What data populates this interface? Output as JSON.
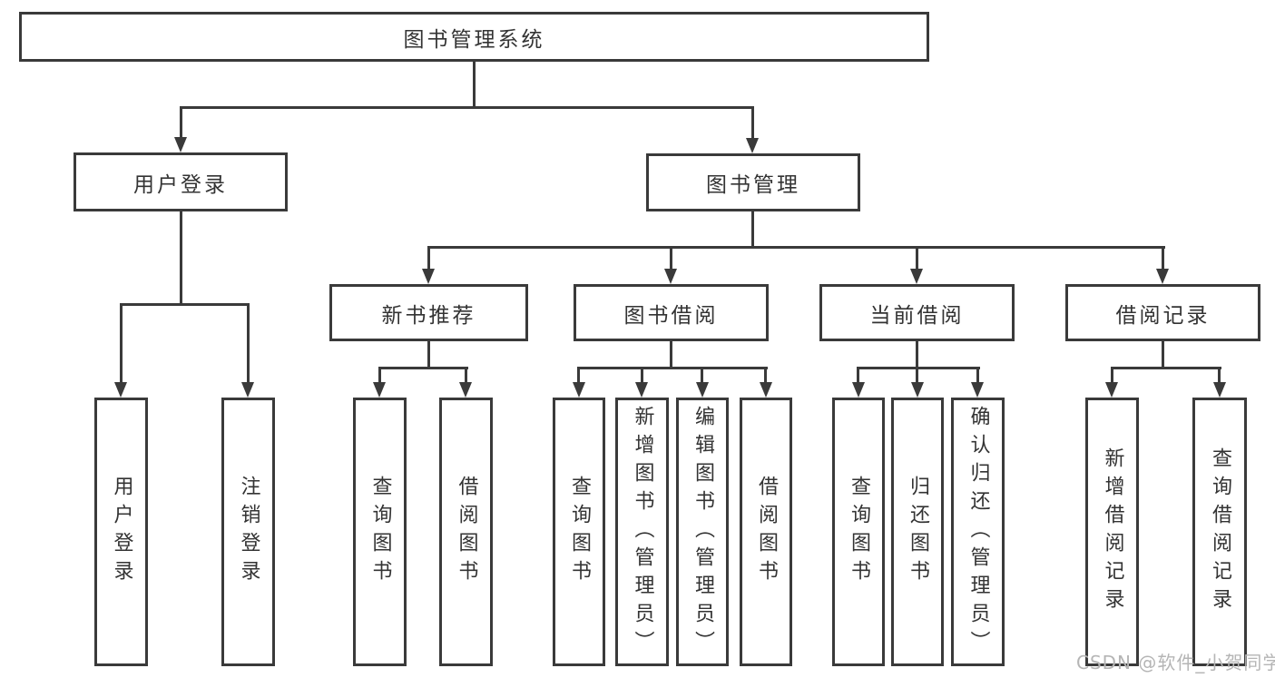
{
  "colors": {
    "line": "#3a3a3a",
    "text": "#333333",
    "watermark": "#b5b5b5",
    "background": "#ffffff"
  },
  "diagram": {
    "root": {
      "label": "图书管理系统"
    },
    "level2": [
      {
        "id": "user-login",
        "label": "用户登录"
      },
      {
        "id": "book-management",
        "label": "图书管理"
      }
    ],
    "level3": [
      {
        "id": "new-book-recommend",
        "label": "新书推荐",
        "parent": "图书管理"
      },
      {
        "id": "book-borrow",
        "label": "图书借阅",
        "parent": "图书管理"
      },
      {
        "id": "current-borrow",
        "label": "当前借阅",
        "parent": "图书管理"
      },
      {
        "id": "borrow-records",
        "label": "借阅记录",
        "parent": "图书管理"
      }
    ],
    "leaves": [
      {
        "id": "user-login-action",
        "label": "用户登录",
        "parent": "用户登录"
      },
      {
        "id": "logout-action",
        "label": "注销登录",
        "parent": "用户登录"
      },
      {
        "id": "query-books-recommend",
        "label": "查询图书",
        "parent": "新书推荐"
      },
      {
        "id": "borrow-books-recommend",
        "label": "借阅图书",
        "parent": "新书推荐"
      },
      {
        "id": "query-books-borrow",
        "label": "查询图书",
        "parent": "图书借阅"
      },
      {
        "id": "add-books-admin",
        "label": "新增图书（管理员）",
        "parent": "图书借阅"
      },
      {
        "id": "edit-books-admin",
        "label": "编辑图书（管理员）",
        "parent": "图书借阅"
      },
      {
        "id": "borrow-books-borrow",
        "label": "借阅图书",
        "parent": "图书借阅"
      },
      {
        "id": "query-books-current",
        "label": "查询图书",
        "parent": "当前借阅"
      },
      {
        "id": "return-books",
        "label": "归还图书",
        "parent": "当前借阅"
      },
      {
        "id": "confirm-return-admin",
        "label": "确认归还（管理员）",
        "parent": "当前借阅"
      },
      {
        "id": "add-borrow-record",
        "label": "新增借阅记录",
        "parent": "借阅记录"
      },
      {
        "id": "query-borrow-record",
        "label": "查询借阅记录",
        "parent": "借阅记录"
      }
    ]
  },
  "watermark": {
    "text": "CSDN @软件_小贺同学"
  }
}
